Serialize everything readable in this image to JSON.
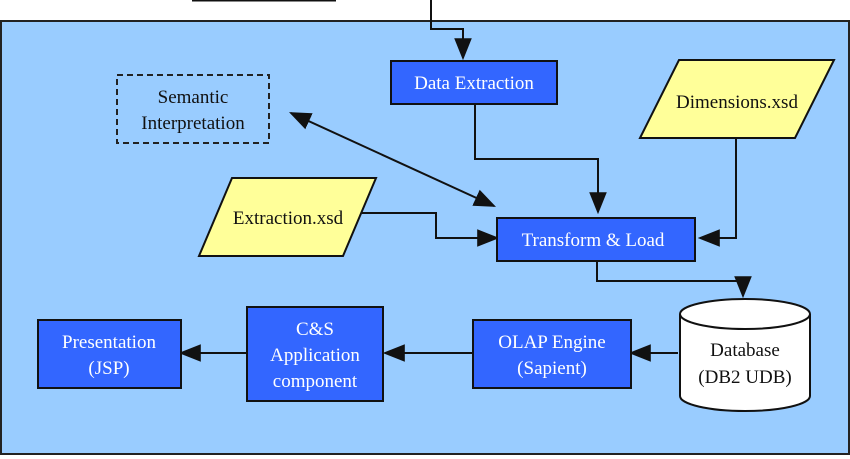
{
  "diagram": {
    "type": "flowchart",
    "colors": {
      "panel_background": "#99ccff",
      "process_fill": "#3366ff",
      "data_fill": "#ffff99",
      "database_fill": "#ffffff",
      "stroke": "#111111"
    },
    "nodes": {
      "data_extraction": {
        "lines": [
          "Data Extraction"
        ],
        "shape": "process"
      },
      "semantic_interpretation": {
        "lines": [
          "Semantic",
          "Interpretation"
        ],
        "shape": "dashed-box"
      },
      "dimensions_xsd": {
        "lines": [
          "Dimensions.xsd"
        ],
        "shape": "data"
      },
      "extraction_xsd": {
        "lines": [
          "Extraction.xsd"
        ],
        "shape": "data"
      },
      "transform_load": {
        "lines": [
          "Transform & Load"
        ],
        "shape": "process"
      },
      "database": {
        "lines": [
          "Database",
          "(DB2 UDB)"
        ],
        "shape": "database"
      },
      "olap_engine": {
        "lines": [
          "OLAP Engine",
          "(Sapient)"
        ],
        "shape": "process"
      },
      "cs_application": {
        "lines": [
          "C&S",
          "Application",
          "component"
        ],
        "shape": "process"
      },
      "presentation": {
        "lines": [
          "Presentation",
          "(JSP)"
        ],
        "shape": "process"
      }
    },
    "edges": [
      {
        "from": "external-source",
        "to": "data_extraction"
      },
      {
        "from": "data_extraction",
        "to": "transform_load"
      },
      {
        "from": "dimensions_xsd",
        "to": "transform_load"
      },
      {
        "from": "extraction_xsd",
        "to": "transform_load"
      },
      {
        "from": "semantic_interpretation",
        "to": "transform_load",
        "bidirectional": true
      },
      {
        "from": "transform_load",
        "to": "database"
      },
      {
        "from": "database",
        "to": "olap_engine"
      },
      {
        "from": "olap_engine",
        "to": "cs_application"
      },
      {
        "from": "cs_application",
        "to": "presentation"
      }
    ]
  }
}
